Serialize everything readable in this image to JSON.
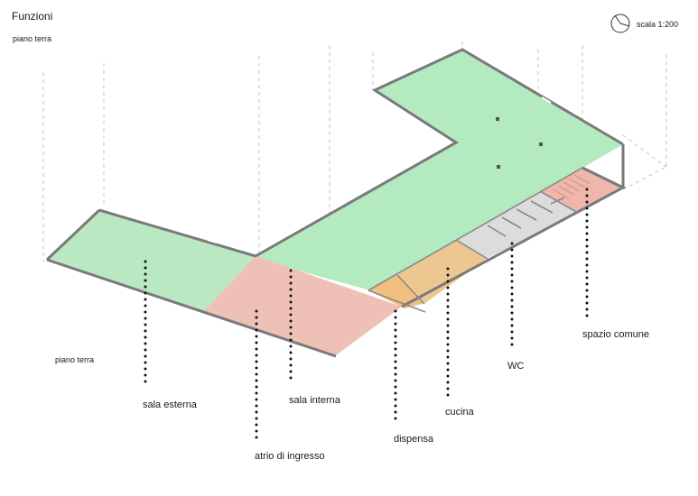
{
  "header": {
    "title": "Funzioni",
    "subtitle": "piano terra",
    "scale": "scala 1:200"
  },
  "floor_label_2": "piano terra",
  "rooms": {
    "sala_esterna": {
      "label": "sala esterna",
      "color": "#b9e8c3"
    },
    "sala_interna": {
      "label": "sala interna",
      "color": "#b3eac0"
    },
    "atrio": {
      "label": "atrio di ingresso",
      "color": "#efc0b5"
    },
    "dispensa": {
      "label": "dispensa",
      "color": "#f1c07f"
    },
    "cucina": {
      "label": "cucina",
      "color": "#ecc890"
    },
    "wc": {
      "label": "WC",
      "color": "#dcdcdc"
    },
    "spazio_comune": {
      "label": "spazio comune",
      "color": "#efb7ab"
    }
  },
  "colors": {
    "wall": "#7a7a7a",
    "leader": "#111111",
    "projection": "#b5b5b5"
  },
  "icons": {
    "north": "compass-icon"
  }
}
